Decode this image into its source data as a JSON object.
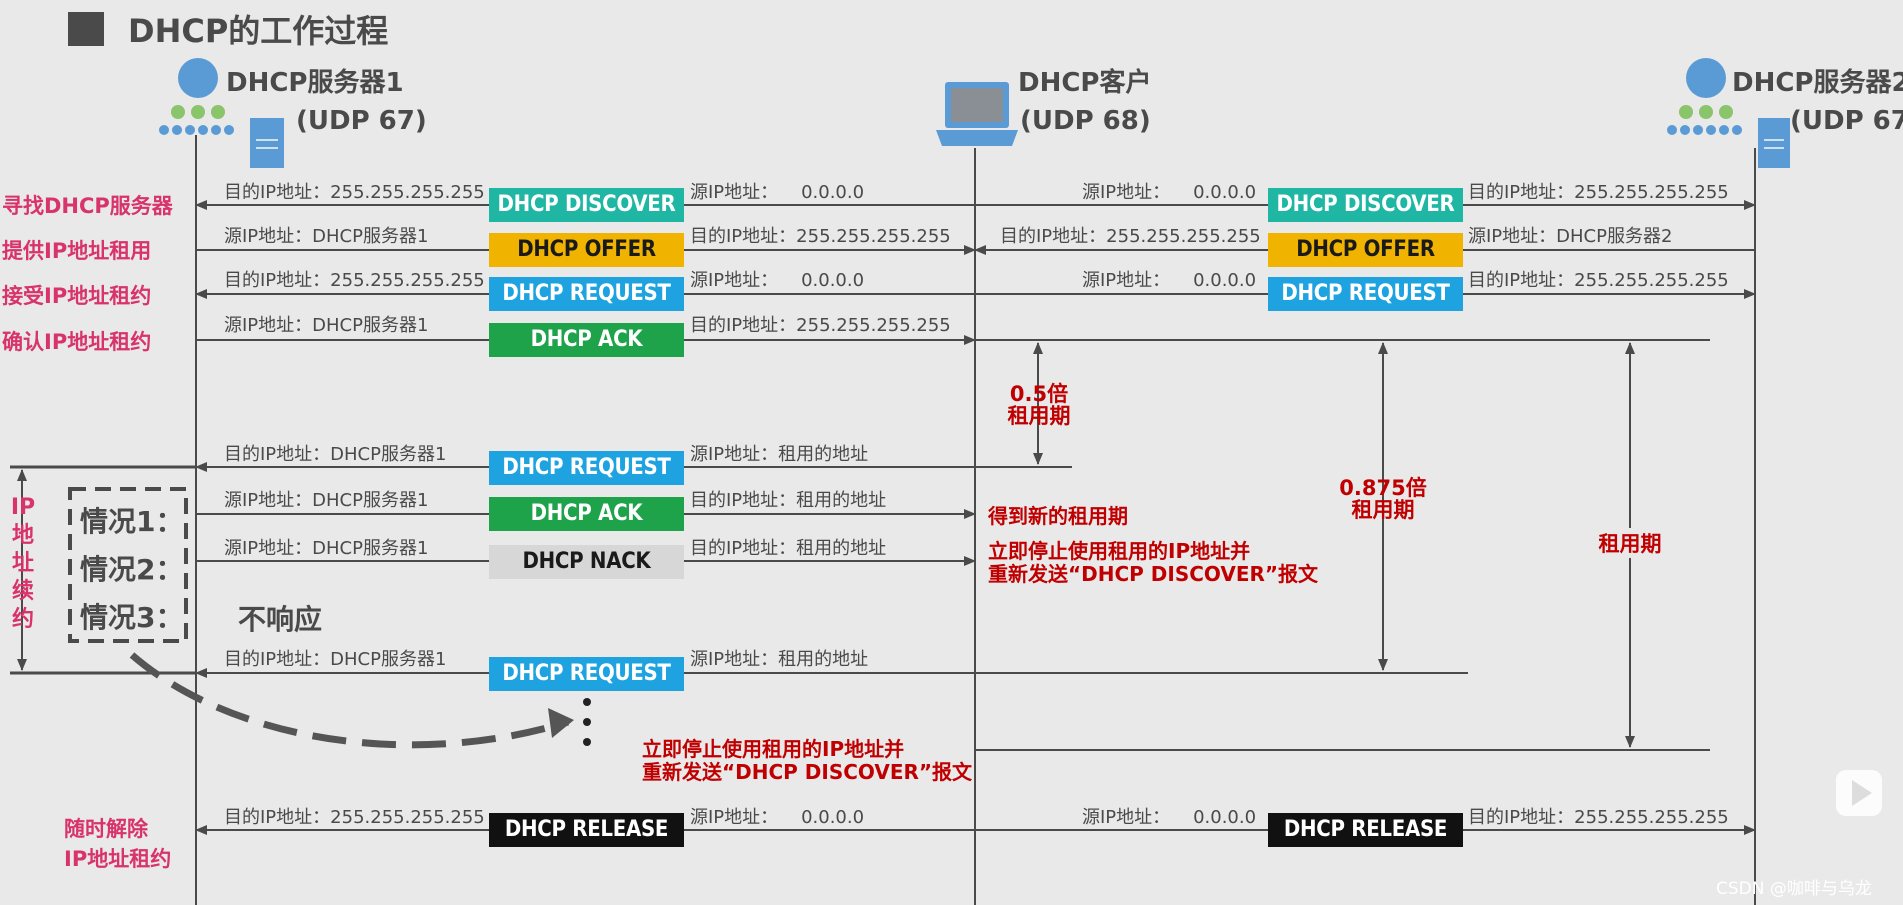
{
  "title": "DHCP的工作过程",
  "nodes": {
    "server1": {
      "name": "DHCP服务器1",
      "port": "(UDP 67)"
    },
    "client": {
      "name": "DHCP客户",
      "port": "(UDP 68)"
    },
    "server2": {
      "name": "DHCP服务器2",
      "port": "(UDP 67"
    }
  },
  "phases": {
    "discover": "寻找DHCP服务器",
    "offer": "提供IP地址租用",
    "request": "接受IP地址租约",
    "ack": "确认IP地址租约",
    "release_line1": "随时解除",
    "release_line2": "IP地址租约"
  },
  "messages": {
    "discover": "DHCP DISCOVER",
    "offer": "DHCP OFFER",
    "request": "DHCP REQUEST",
    "ack": "DHCP ACK",
    "nack": "DHCP NACK",
    "release": "DHCP RELEASE"
  },
  "labels": {
    "dst_broadcast": "目的IP地址：255.255.255.255",
    "src_zero_label": "源IP地址：",
    "src_zero_value": "0.0.0.0",
    "src_server1": "源IP地址：DHCP服务器1",
    "src_server2": "源IP地址：DHCP服务器2",
    "dst_server1": "目的IP地址：DHCP服务器1",
    "src_leased": "源IP地址：租用的地址",
    "dst_leased": "目的IP地址：租用的地址"
  },
  "renewal": {
    "side_chars": [
      "IP",
      "地",
      "址",
      "续",
      "约"
    ],
    "case1": "情况1：",
    "case2": "情况2：",
    "case3": "情况3：",
    "no_response": "不响应",
    "new_lease": "得到新的租用期",
    "stop_line1": "立即停止使用租用的IP地址并",
    "stop_line2": "重新发送“DHCP DISCOVER”报文"
  },
  "timeline": {
    "half_line1": "0.5倍",
    "half_line2": "租用期",
    "t875_line1": "0.875倍",
    "t875_line2": "租用期",
    "lease": "租用期"
  },
  "watermark": "CSDN @咖啡与乌龙",
  "colors": {
    "discover": "#1fb7a4",
    "offer": "#f0b400",
    "request": "#1ea3e0",
    "ack": "#1ea34a",
    "nack": "#d7d7d7",
    "release": "#111111",
    "phase_text": "#d8336b",
    "note_red": "#c00000"
  }
}
